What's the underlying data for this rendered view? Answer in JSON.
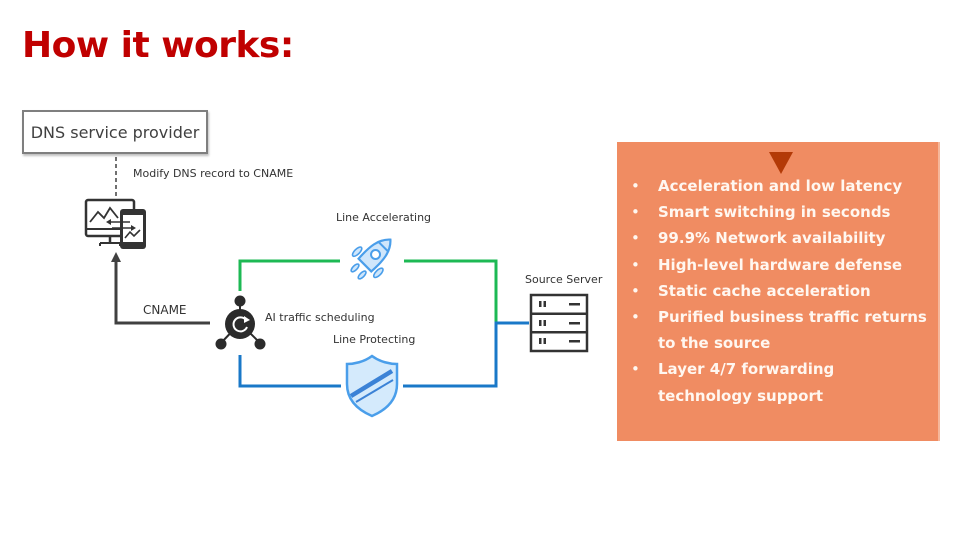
{
  "title": "How it works:",
  "diagram": {
    "dns_provider": "DNS service provider",
    "modify_label": "Modify DNS record to CNAME",
    "cname_label": "CNAME",
    "ai_label": "AI traffic scheduling",
    "line_accelerating_label": "Line Accelerating",
    "line_protecting_label": "Line Protecting",
    "source_server_label": "Source Server",
    "icons": {
      "client": "monitor-phone-sync-icon",
      "scheduler": "ai-scheduler-hub-icon",
      "accelerate": "rocket-icon",
      "protect": "shield-icon",
      "server": "server-rack-icon"
    },
    "colors": {
      "accelerate_line": "#1db954",
      "protect_line": "#1a78c8",
      "cname_line": "#404040",
      "icon_blue": "#4a9eea",
      "icon_blue_fill": "#cfe6fb"
    }
  },
  "features_panel": {
    "background": "#f08c62",
    "arrow_color": "#b33a07",
    "bullet": "•",
    "items": [
      "Acceleration and low latency",
      "Smart switching in seconds",
      "99.9% Network availability",
      "High-level hardware defense",
      "Static cache acceleration",
      "Purified business traffic returns to the source",
      "Layer 4/7 forwarding technology support"
    ]
  }
}
